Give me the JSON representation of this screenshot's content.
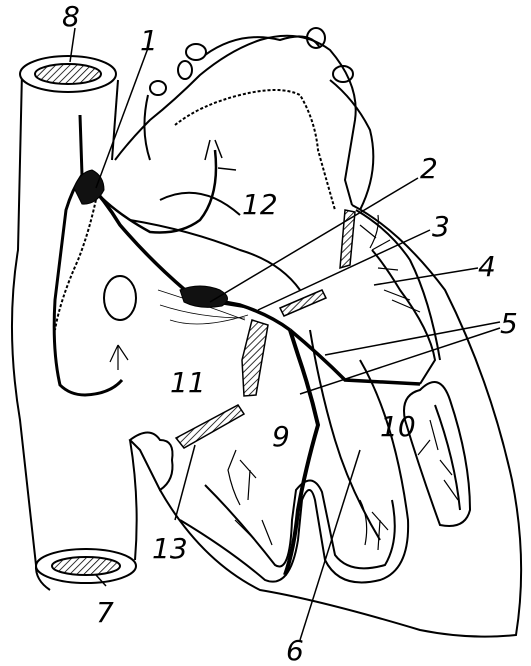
{
  "labels": {
    "l1": "1",
    "l2": "2",
    "l3": "3",
    "l4": "4",
    "l5": "5",
    "l6": "6",
    "l7": "7",
    "l8": "8",
    "l9": "9",
    "l10": "10",
    "l11": "11",
    "l12": "12",
    "l13": "13"
  },
  "colors": {
    "ink": "#000000",
    "paper": "#ffffff"
  }
}
